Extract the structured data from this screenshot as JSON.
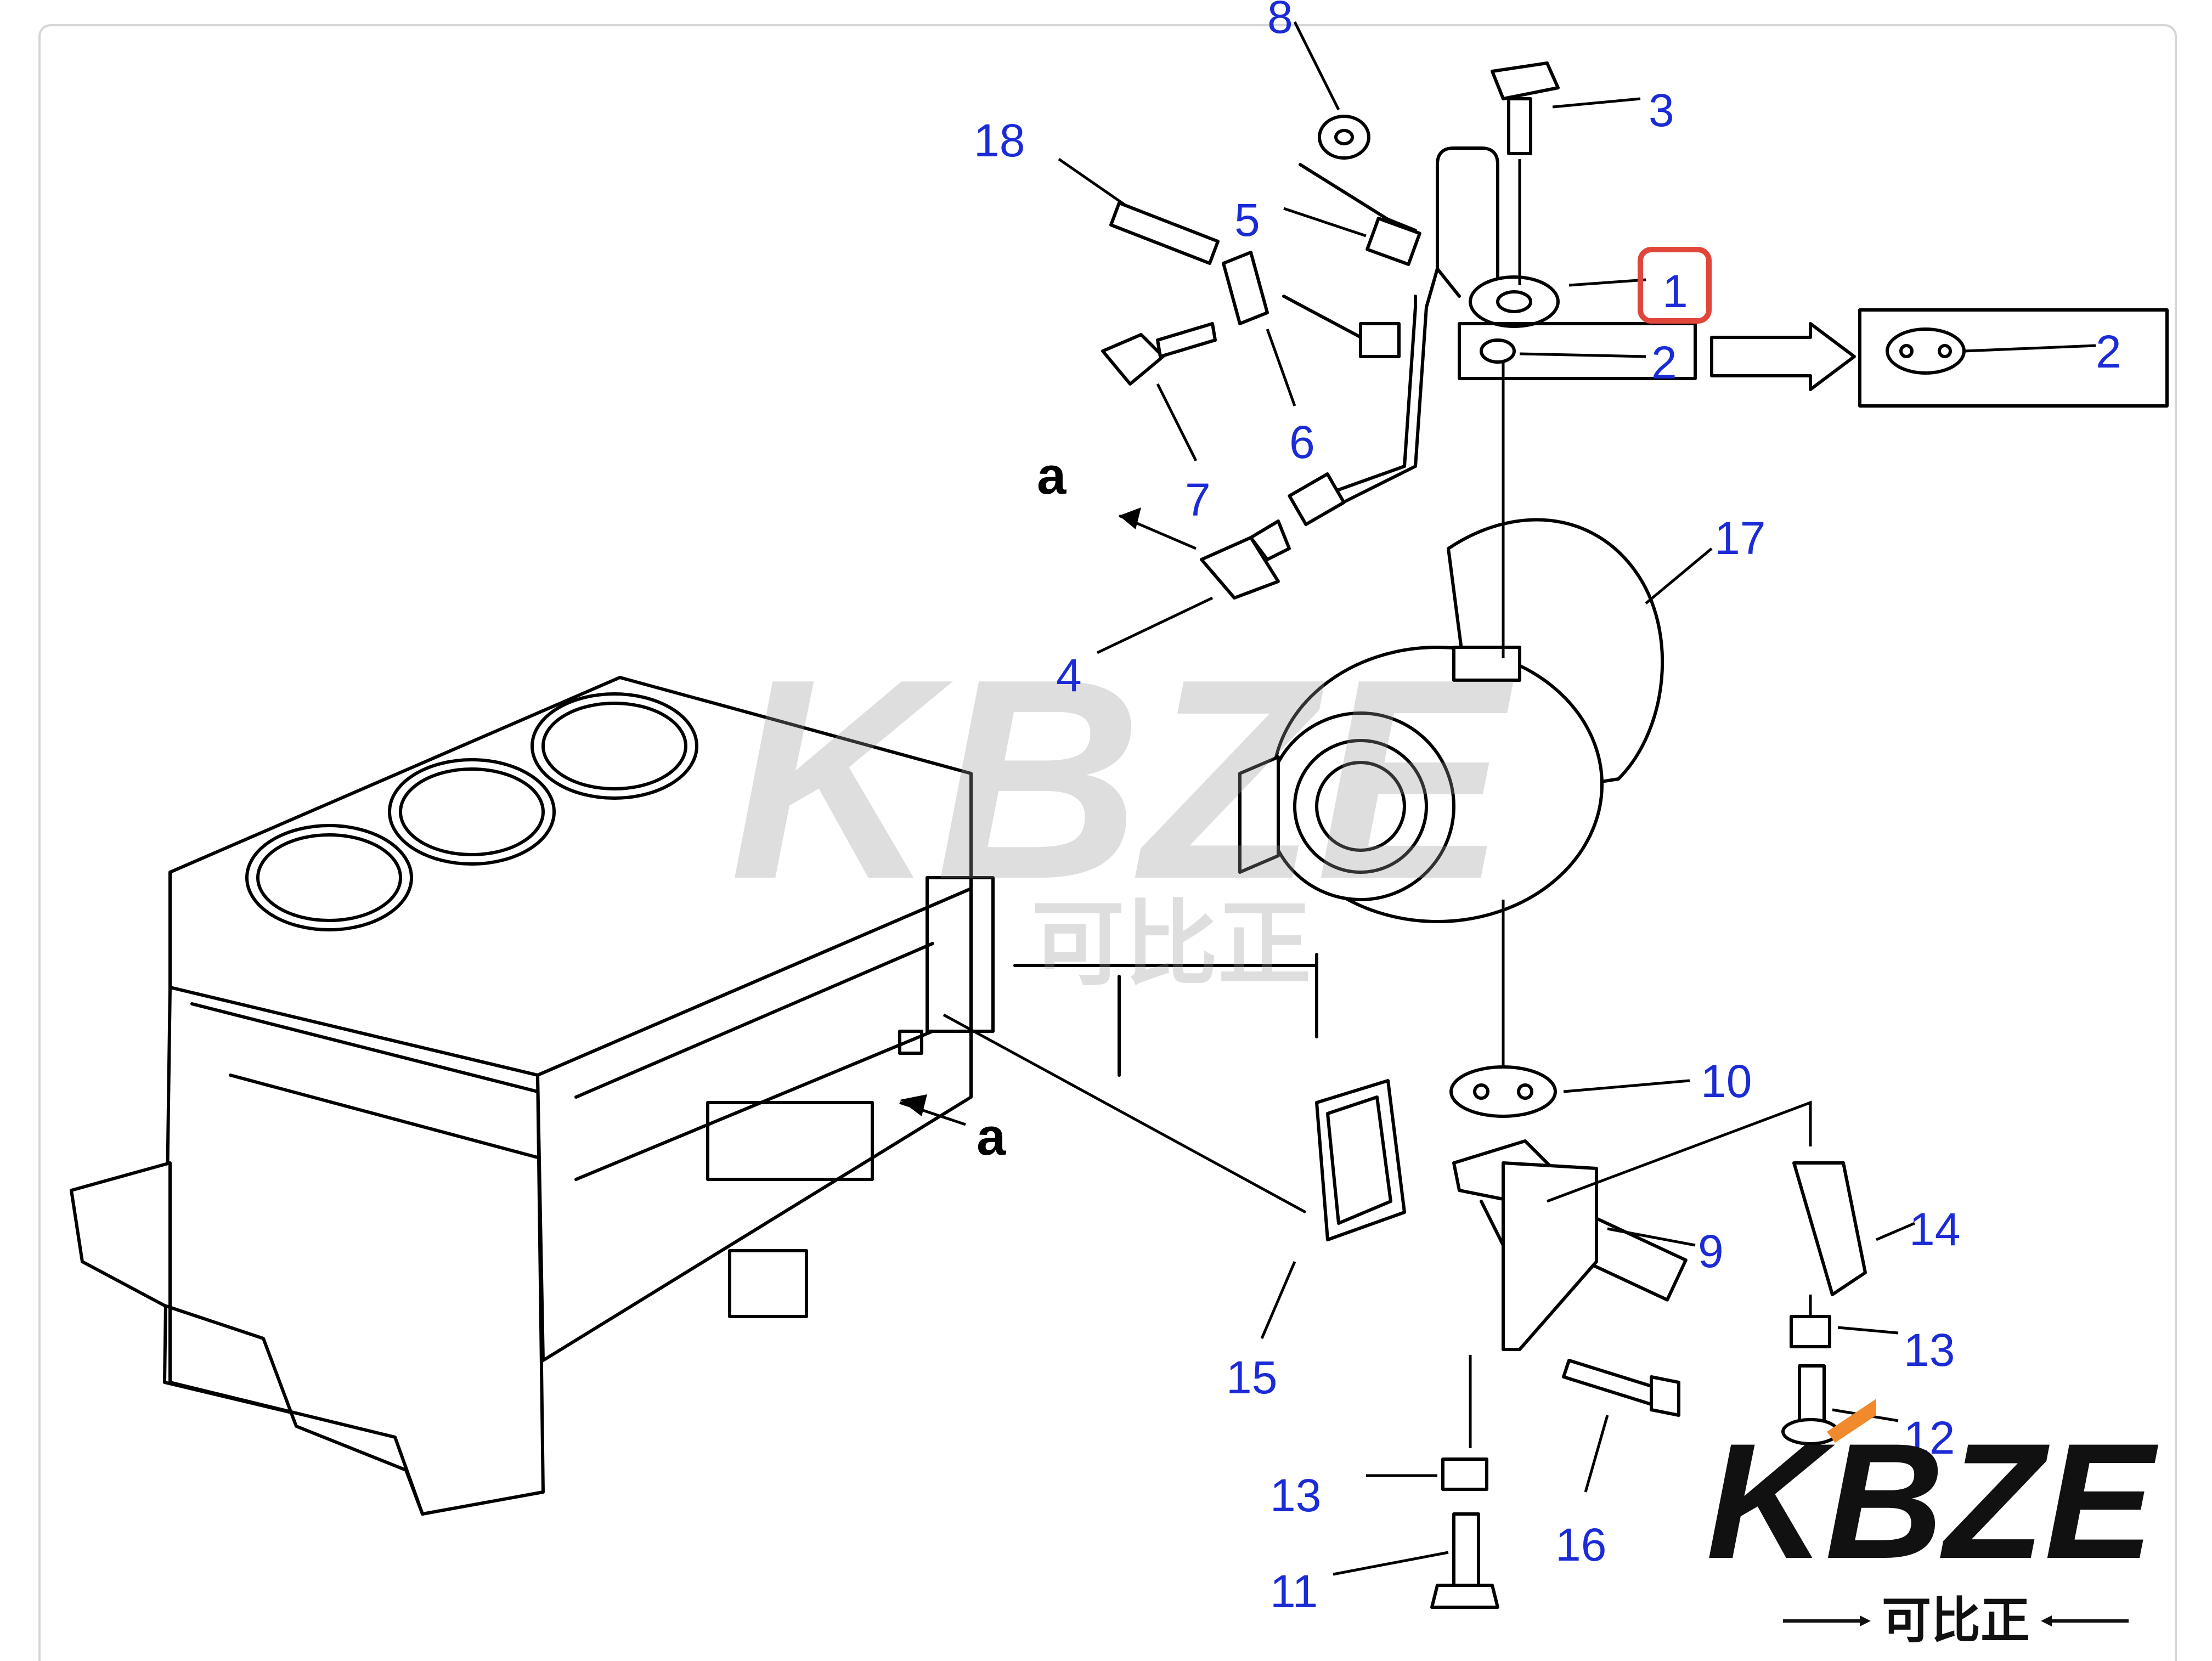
{
  "callouts": {
    "c1": "1",
    "c2a": "2",
    "c2b": "2",
    "c3": "3",
    "c4": "4",
    "c5": "5",
    "c6": "6",
    "c7": "7",
    "c8": "8",
    "c9": "9",
    "c10": "10",
    "c11": "11",
    "c12": "12",
    "c13a": "13",
    "c13b": "13",
    "c14": "14",
    "c15": "15",
    "c16": "16",
    "c17": "17",
    "c18": "18"
  },
  "reference_marks": {
    "a_top": "a",
    "a_bottom": "a"
  },
  "highlight": {
    "part": "1",
    "color": "#e0463a"
  },
  "callout_color": "#1b2bd6",
  "watermark": {
    "brand": "KBZE",
    "subtitle": "可比正"
  },
  "logo": {
    "brand": "KBZE",
    "subtitle": "可比正",
    "accent": "#f08a2c"
  }
}
